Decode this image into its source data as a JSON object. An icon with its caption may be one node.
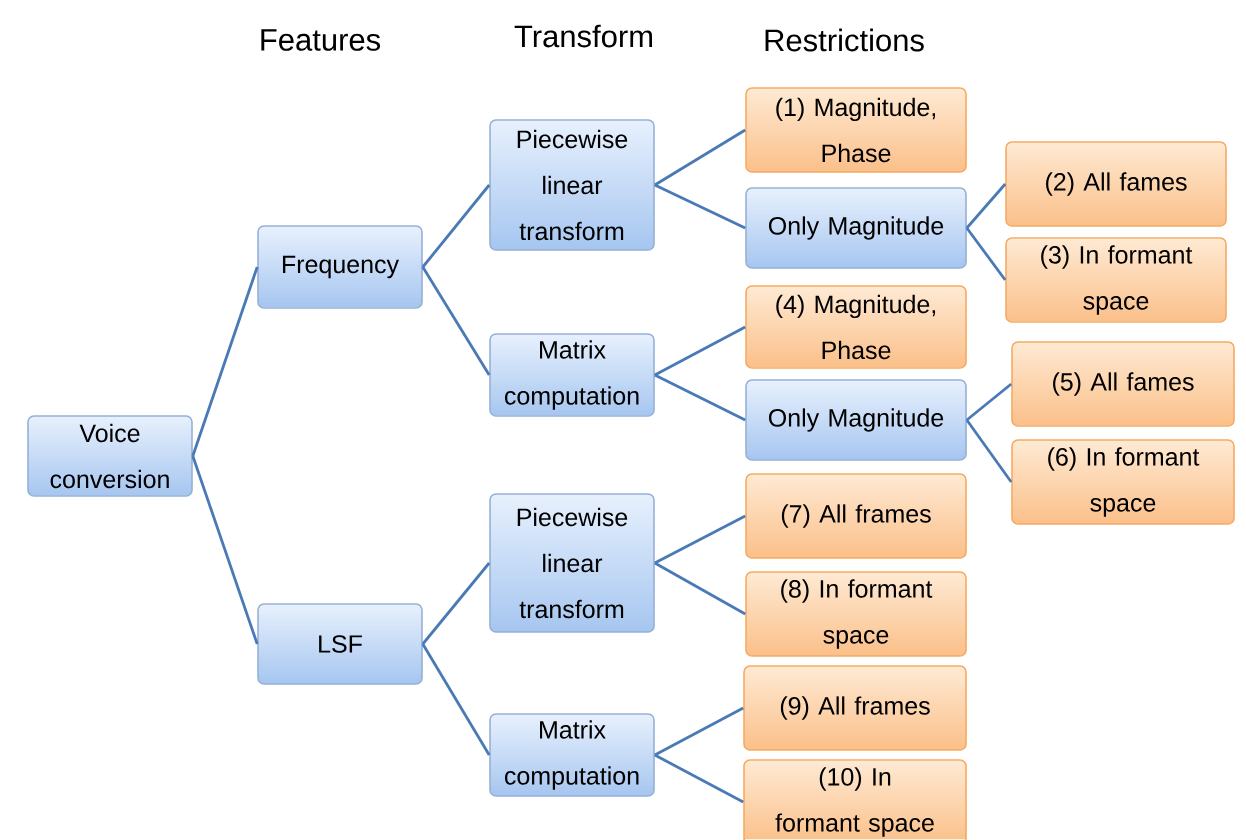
{
  "diagram": {
    "nodes": [
      {
        "text": [
          "Voice conversion"
        ]
      },
      {
        "text": [
          "Frequency"
        ]
      },
      {
        "text": [
          "LSF"
        ]
      },
      {
        "text": [
          "Piecewise linear transform"
        ]
      },
      {
        "text": [
          "Matrix computation"
        ]
      },
      {
        "text": [
          "Piecewise linear transform"
        ]
      },
      {
        "text": [
          "Matrix computation"
        ]
      },
      {
        "text": [
          "(1) Magnitude, Phase"
        ]
      },
      {
        "text": [
          "Only Magnitude"
        ]
      },
      {
        "text": [
          "(2) All fames"
        ]
      },
      {
        "text": [
          "(3) In formant space"
        ]
      },
      {
        "text": [
          "(4) Magnitude, Phase"
        ]
      },
      {
        "text": [
          "Only Magnitude"
        ]
      },
      {
        "text": [
          "(5) All fames"
        ]
      },
      {
        "text": [
          "(6) In formant space"
        ]
      },
      {
        "text": [
          "(7) All frames"
        ]
      },
      {
        "text": [
          "(8) In formant space"
        ]
      },
      {
        "text": [
          "(9) All frames"
        ]
      },
      {
        "text": [
          "(10) In formant space"
        ]
      }
    ],
    "edges": [
      {
        "from": 0,
        "to": 1,
        "arrow": "none"
      },
      {
        "from": 0,
        "to": 2,
        "arrow": "none"
      },
      {
        "from": 1,
        "to": 3,
        "arrow": "none"
      },
      {
        "from": 1,
        "to": 4,
        "arrow": "none"
      },
      {
        "from": 2,
        "to": 5,
        "arrow": "none"
      },
      {
        "from": 2,
        "to": 6,
        "arrow": "none"
      },
      {
        "from": 3,
        "to": 7,
        "arrow": "none"
      },
      {
        "from": 3,
        "to": 8,
        "arrow": "none"
      },
      {
        "from": 8,
        "to": 9,
        "arrow": "none"
      },
      {
        "from": 8,
        "to": 10,
        "arrow": "none"
      },
      {
        "from": 4,
        "to": 11,
        "arrow": "none"
      },
      {
        "from": 4,
        "to": 12,
        "arrow": "none"
      },
      {
        "from": 12,
        "to": 13,
        "arrow": "none"
      },
      {
        "from": 12,
        "to": 14,
        "arrow": "none"
      },
      {
        "from": 5,
        "to": 15,
        "arrow": "none"
      },
      {
        "from": 5,
        "to": 16,
        "arrow": "none"
      },
      {
        "from": 6,
        "to": 17,
        "arrow": "none"
      },
      {
        "from": 6,
        "to": 18,
        "arrow": "none"
      }
    ],
    "labels": [
      "Features",
      "Transform",
      "Restrictions"
    ]
  }
}
